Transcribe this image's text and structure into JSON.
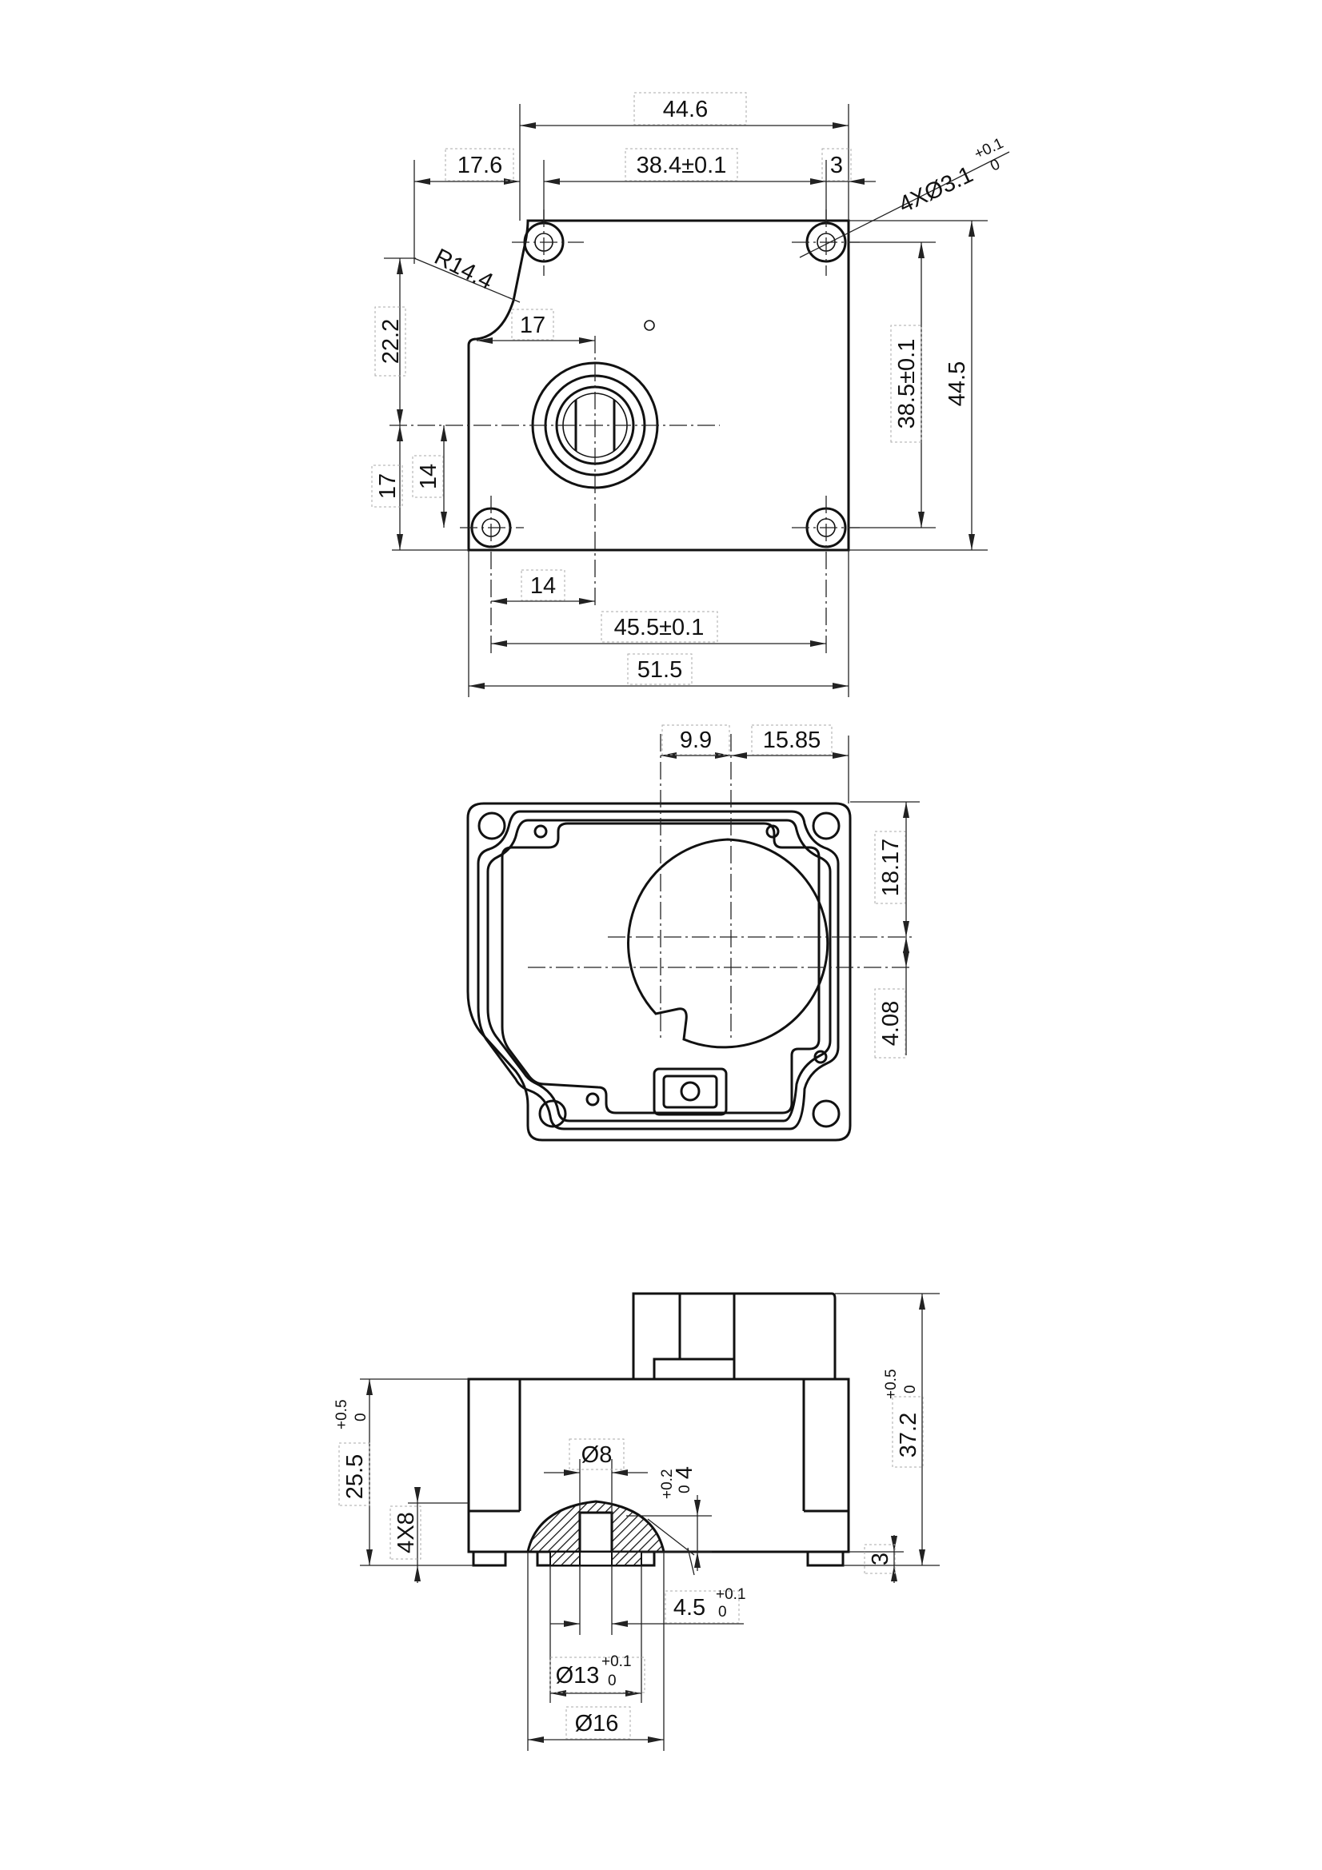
{
  "views": {
    "top": {
      "dimensions": {
        "overall_width": "44.6",
        "left_offset": "17.6",
        "hole_spacing_x": "38.4±0.1",
        "edge_offset": "3",
        "hole_note": "4XØ3.1",
        "hole_tol_upper": "+0.1",
        "hole_tol_lower": "0",
        "radius": "R14.4",
        "height_22": "22.2",
        "shaft_offset_17": "17",
        "hole_spacing_y": "38.5±0.1",
        "overall_height": "44.5",
        "left_17": "17",
        "left_14": "14",
        "bottom_14": "14",
        "hole_spacing_x2": "45.5±0.1",
        "total_width": "51.5"
      }
    },
    "bottom": {
      "dimensions": {
        "d_9_9": "9.9",
        "d_15_85": "15.85",
        "d_18_17": "18.17",
        "d_4_08": "4.08"
      }
    },
    "side": {
      "dimensions": {
        "height_25_5": "25.5",
        "tol_25_upper": "+0.5",
        "tol_25_lower": "0",
        "feet": "4X8",
        "dia_8": "Ø8",
        "depth_4": "4",
        "tol_4_upper": "+0.2",
        "tol_4_lower": "0",
        "height_37_2": "37.2",
        "tol_37_upper": "+0.5",
        "tol_37_lower": "0",
        "foot_3": "3",
        "d_4_5": "4.5",
        "tol_45_upper": "+0.1",
        "tol_45_lower": "0",
        "dia_13": "Ø13",
        "tol_13_upper": "+0.1",
        "tol_13_lower": "0",
        "dia_16": "Ø16"
      }
    }
  }
}
